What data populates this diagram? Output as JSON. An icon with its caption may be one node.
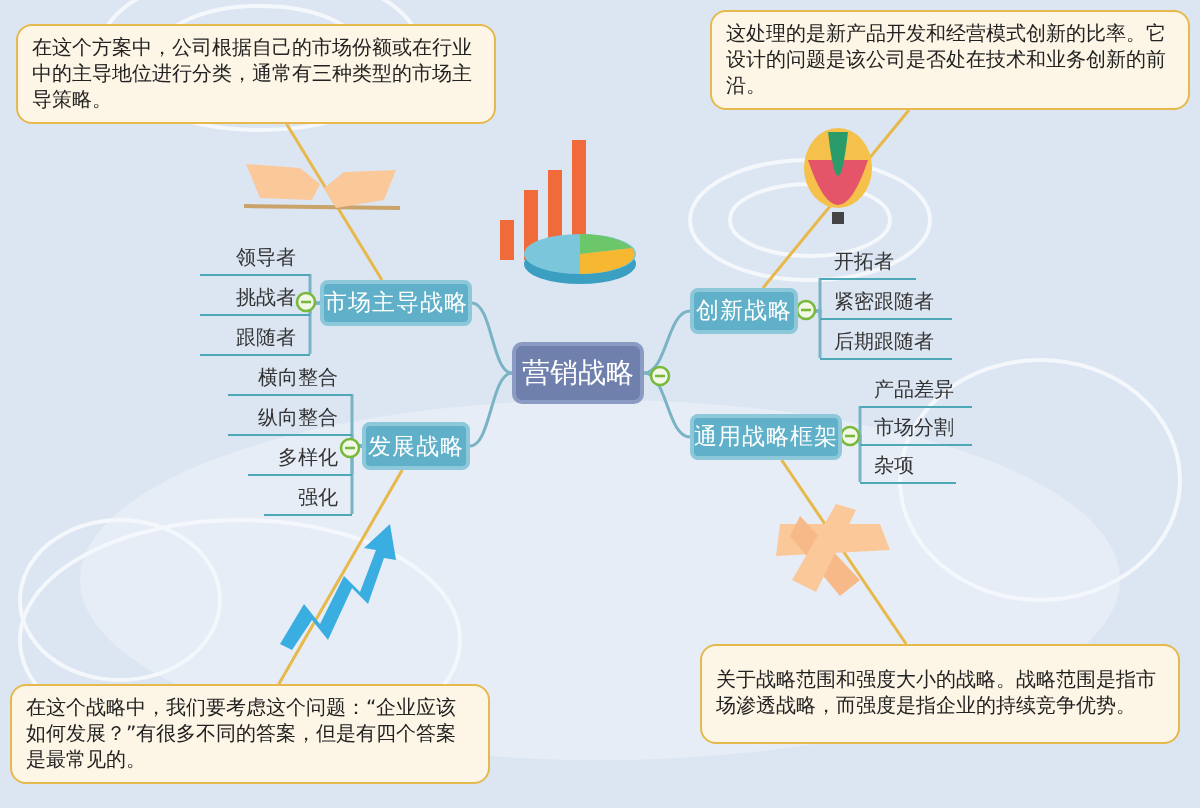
{
  "diagram": {
    "nodes": [
      {
        "text": [
          "营销战略"
        ]
      },
      {
        "text": [
          "市场主导战略"
        ]
      },
      {
        "text": [
          "领导者"
        ]
      },
      {
        "text": [
          "挑战者"
        ]
      },
      {
        "text": [
          "跟随者"
        ]
      },
      {
        "text": [
          "发展战略"
        ]
      },
      {
        "text": [
          "横向整合"
        ]
      },
      {
        "text": [
          "纵向整合"
        ]
      },
      {
        "text": [
          "多样化"
        ]
      },
      {
        "text": [
          "强化"
        ]
      },
      {
        "text": [
          "创新战略"
        ]
      },
      {
        "text": [
          "开拓者"
        ]
      },
      {
        "text": [
          "紧密跟随者"
        ]
      },
      {
        "text": [
          "后期跟随者"
        ]
      },
      {
        "text": [
          "通用战略框架"
        ]
      },
      {
        "text": [
          "产品差异"
        ]
      },
      {
        "text": [
          "市场分割"
        ]
      },
      {
        "text": [
          "杂项"
        ]
      },
      {
        "text": [
          "在这个方案中，公司根据自己的市场份额或在行业中的主导地位进行分类，通常有三种类型的市场主导策略。"
        ]
      },
      {
        "text": [
          "这处理的是新产品开发和经营模式创新的比率。它设计的问题是该公司是否处在技术和业务创新的前沿。"
        ]
      },
      {
        "text": [
          "在这个战略中，我们要考虑这个问题：“企业应该如何发展？”有很多不同的答案，但是有四个答案是最常见的。"
        ]
      },
      {
        "text": [
          "关于战略范围和强度大小的战略。战略范围是指市场渗透战略，而强度是指企业的持续竞争优势。"
        ]
      }
    ],
    "edges": [
      {
        "from": 0,
        "to": 1,
        "arrow": "none"
      },
      {
        "from": 0,
        "to": 5,
        "arrow": "none"
      },
      {
        "from": 0,
        "to": 10,
        "arrow": "none"
      },
      {
        "from": 0,
        "to": 14,
        "arrow": "none"
      },
      {
        "from": 1,
        "to": 2,
        "arrow": "none"
      },
      {
        "from": 1,
        "to": 3,
        "arrow": "none"
      },
      {
        "from": 1,
        "to": 4,
        "arrow": "none"
      },
      {
        "from": 5,
        "to": 6,
        "arrow": "none"
      },
      {
        "from": 5,
        "to": 7,
        "arrow": "none"
      },
      {
        "from": 5,
        "to": 8,
        "arrow": "none"
      },
      {
        "from": 5,
        "to": 9,
        "arrow": "none"
      },
      {
        "from": 10,
        "to": 11,
        "arrow": "none"
      },
      {
        "from": 10,
        "to": 12,
        "arrow": "none"
      },
      {
        "from": 10,
        "to": 13,
        "arrow": "none"
      },
      {
        "from": 14,
        "to": 15,
        "arrow": "none"
      },
      {
        "from": 14,
        "to": 16,
        "arrow": "none"
      },
      {
        "from": 14,
        "to": 17,
        "arrow": "none"
      },
      {
        "from": 18,
        "to": 1,
        "arrow": "none",
        "color": "#e8b84a"
      },
      {
        "from": 19,
        "to": 10,
        "arrow": "none",
        "color": "#e8b84a"
      },
      {
        "from": 20,
        "to": 5,
        "arrow": "none",
        "color": "#e8b84a"
      },
      {
        "from": 21,
        "to": 14,
        "arrow": "none",
        "color": "#e8b84a"
      }
    ]
  }
}
